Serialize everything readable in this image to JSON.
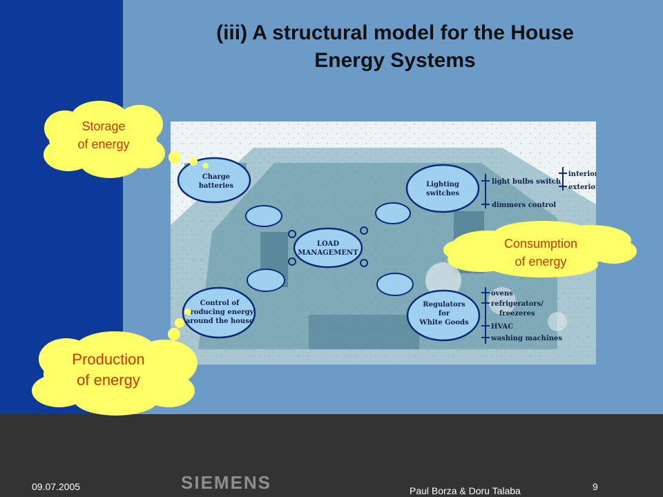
{
  "slide": {
    "title_line1": "(iii) A structural model for the House",
    "title_line2": "Energy Systems"
  },
  "clouds": {
    "storage": {
      "line1": "Storage",
      "line2": "of energy"
    },
    "consumption": {
      "line1": "Consumption",
      "line2": "of energy"
    },
    "production": {
      "line1": "Production",
      "line2": "of energy"
    }
  },
  "diagram": {
    "center": {
      "line1": "LOAD",
      "line2": "MANAGEMENT"
    },
    "charge": {
      "line1": "Charge",
      "line2": "batteries"
    },
    "control": {
      "line1": "Control of",
      "line2": "producing energy",
      "line3": "around the house"
    },
    "lighting": {
      "line1": "Lighting",
      "line2": "switches"
    },
    "regulators": {
      "line1": "Regulators",
      "line2": "for",
      "line3": "White Goods"
    },
    "lighting_items": {
      "light_bulbs": "light bulbs switch",
      "dimmers": "dimmers control",
      "interior": "interior",
      "exterior": "exterior"
    },
    "regulator_items": {
      "ovens": "ovens",
      "refrigerators": "refrigerators/",
      "freezeres": "freezeres",
      "hvac": "HVAC",
      "washing": "washing machines"
    }
  },
  "footer": {
    "date": "09.07.2005",
    "logo": "SIEMENS",
    "author": "Paul Borza & Doru Talaba",
    "page": "9"
  },
  "colors": {
    "sidebar": "#0d3a99",
    "background": "#6d9bc8",
    "footer": "#333333",
    "cloud_fill": "#ffff66",
    "cloud_text": "#cc3300",
    "node_fill": "#9fd0f0",
    "node_stroke": "#0b2a7a"
  }
}
